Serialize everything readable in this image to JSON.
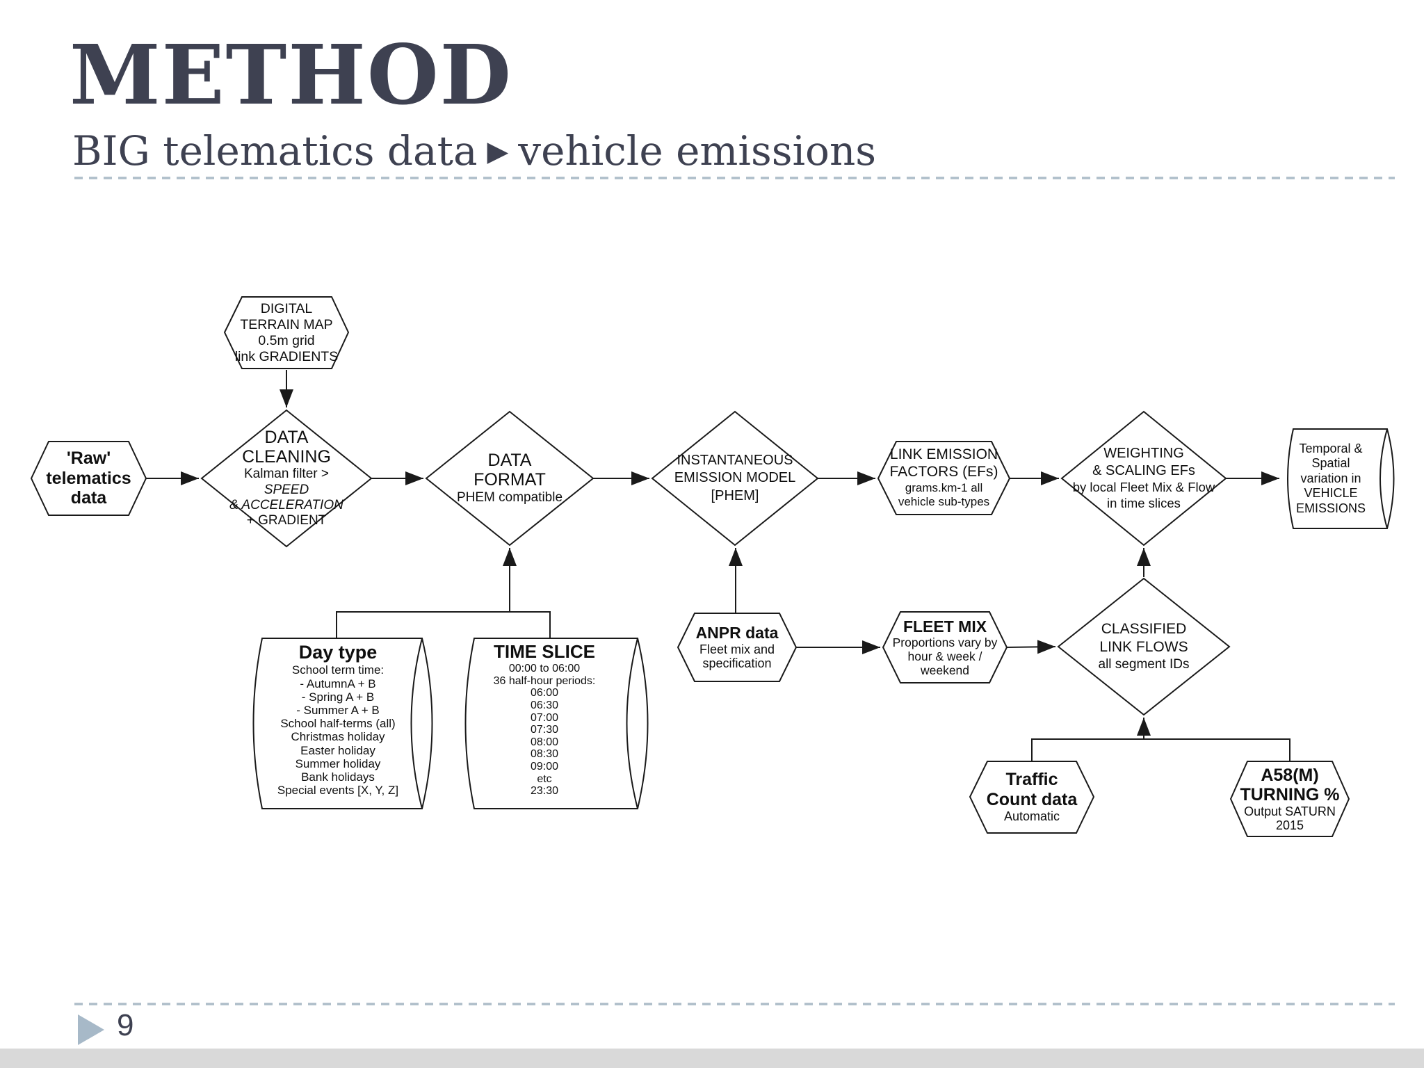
{
  "slide": {
    "title": "METHOD",
    "subtitle_before": "BIG telematics data",
    "subtitle_arrow": "▶",
    "subtitle_after": "vehicle emissions",
    "page_number": "9"
  },
  "colors": {
    "heading": "#3e4151",
    "diagram_line": "#1a1a1a",
    "dashed_divider": "#aebdc9",
    "page_marker": "#a7b9c8",
    "footer_strip": "#d9d9d9",
    "background": "#ffffff"
  },
  "nodes": {
    "digital_terrain_map": {
      "shape": "hexagon",
      "lines": [
        "DIGITAL",
        "TERRAIN MAP",
        "0.5m grid",
        "link GRADIENTS"
      ]
    },
    "raw_telematics": {
      "shape": "hexagon",
      "lines": [
        "'Raw'",
        "telematics",
        "data"
      ]
    },
    "data_cleaning": {
      "shape": "diamond",
      "title_lines": [
        "DATA",
        "CLEANING"
      ],
      "sub_prefix": "Kalman filter > ",
      "sub_italic_a": "SPEED",
      "sub_italic_b": "& ACCELERATION",
      "sub_tail": "+ GRADIENT"
    },
    "data_format": {
      "shape": "diamond",
      "title_lines": [
        "DATA",
        "FORMAT"
      ],
      "sub_lines": [
        "PHEM compatible"
      ]
    },
    "emission_model": {
      "shape": "diamond",
      "lines": [
        "INSTANTANEOUS",
        "EMISSION MODEL",
        "[PHEM]"
      ]
    },
    "link_emission_factors": {
      "shape": "hexagon",
      "title_lines": [
        "LINK EMISSION",
        "FACTORS (EFs)"
      ],
      "sub_lines": [
        "grams.km-1 all",
        "vehicle sub-types"
      ]
    },
    "weighting_scaling": {
      "shape": "diamond",
      "title_lines": [
        "WEIGHTING",
        "& SCALING EFs"
      ],
      "sub_lines": [
        "by local Fleet Mix & Flow",
        "in time slices"
      ]
    },
    "vehicle_emissions": {
      "shape": "cylinder",
      "lines": [
        "Temporal &",
        "Spatial",
        "variation in",
        "VEHICLE",
        "EMISSIONS"
      ]
    },
    "day_type": {
      "shape": "cylinder",
      "title": "Day type",
      "items": [
        "School term time:",
        "- AutumnA + B",
        "- Spring A + B",
        "- Summer A + B",
        "School half-terms (all)",
        "Christmas holiday",
        "Easter holiday",
        "Summer holiday",
        "Bank holidays",
        "Special events [X, Y, Z]"
      ]
    },
    "time_slice": {
      "shape": "cylinder",
      "title": "TIME SLICE",
      "items": [
        "00:00 to 06:00",
        "36 half-hour periods:",
        "06:00",
        "06:30",
        "07:00",
        "07:30",
        "08:00",
        "08:30",
        "09:00",
        "etc",
        "23:30"
      ]
    },
    "anpr_data": {
      "shape": "hexagon",
      "title": "ANPR data",
      "sub_lines": [
        "Fleet mix and",
        "specification"
      ]
    },
    "fleet_mix": {
      "shape": "hexagon",
      "title": "FLEET MIX",
      "sub_lines": [
        "Proportions vary by",
        "hour & week /",
        "weekend"
      ]
    },
    "classified_link_flows": {
      "shape": "diamond",
      "title_lines": [
        "CLASSIFIED",
        "LINK FLOWS"
      ],
      "sub_lines": [
        "all segment IDs"
      ]
    },
    "traffic_count": {
      "shape": "hexagon",
      "title_lines": [
        "Traffic",
        "Count data"
      ],
      "sub_lines": [
        "Automatic"
      ]
    },
    "a58_turning": {
      "shape": "hexagon",
      "title_lines": [
        "A58(M)",
        "TURNING %"
      ],
      "sub_lines": [
        "Output SATURN",
        "2015"
      ]
    }
  }
}
